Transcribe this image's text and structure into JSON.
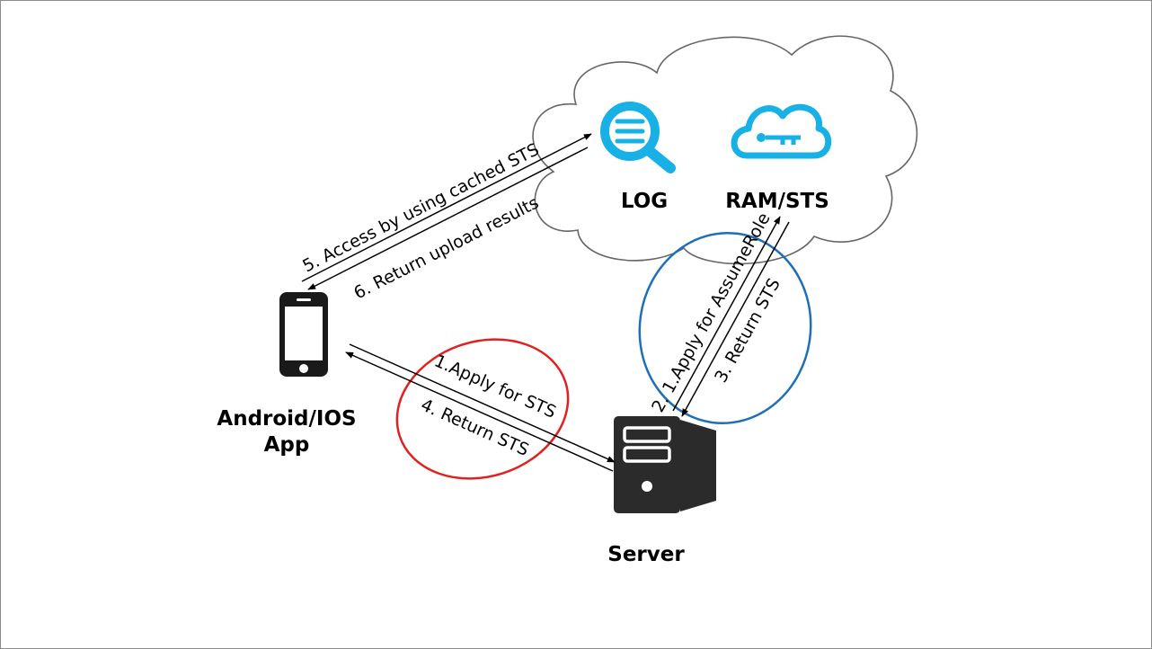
{
  "nodes": {
    "log": {
      "label": "LOG"
    },
    "ram_sts": {
      "label": "RAM/STS"
    },
    "app": {
      "label_line1": "Android/IOS",
      "label_line2": "App"
    },
    "server": {
      "label": "Server"
    }
  },
  "edges": {
    "step1": "1.Apply for STS",
    "step2": "2. 1.Apply for AssumeRole",
    "step3": "3. Return STS",
    "step4": "4.  Return STS",
    "step5": "5. Access by using cached STS",
    "step6": "6. Return upload results"
  },
  "colors": {
    "accent_icon": "#17b1e6",
    "client_server_highlight": "#e32020",
    "server_sts_highlight": "#1e6fb8",
    "device": "#1a1a1a",
    "server_body": "#2b2b2b"
  }
}
